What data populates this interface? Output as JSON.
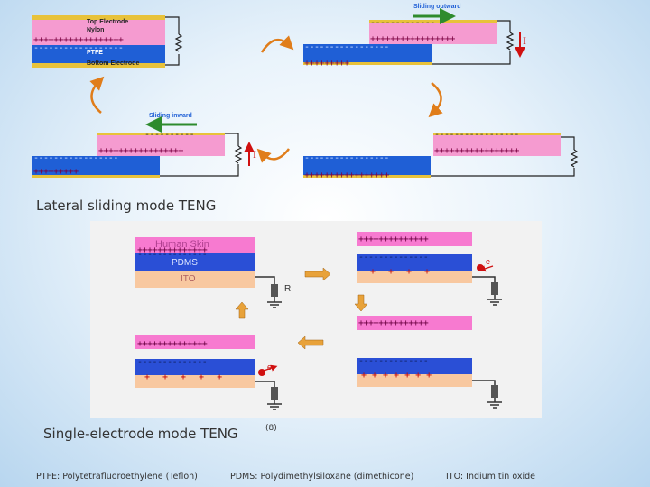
{
  "lateral": {
    "labels": {
      "top_electrode": "Top Electrode",
      "nylon": "Nylon",
      "ptfe": "PTFE",
      "bottom_electrode": "Bottom Electrode",
      "sliding_outward": "Sliding outward",
      "sliding_inward": "Sliding inward",
      "current_symbol": "I"
    },
    "caption": "Lateral sliding mode  TENG"
  },
  "single": {
    "labels": {
      "human_skin": "Human Skin",
      "pdms": "PDMS",
      "ito": "ITO",
      "resistor": "R",
      "electron": "e"
    },
    "caption": "Single-electrode mode TENG",
    "reference": "(8)"
  },
  "footer": {
    "ptfe_def": "PTFE: Polytetrafluoroethylene (Teflon)",
    "pdms_def": "PDMS: Polydimethylsiloxane (dimethicone)",
    "ito_def": "ITO: Indium tin oxide"
  },
  "colors": {
    "top_electrode": "#e8c23a",
    "nylon": "#f59bd0",
    "ptfe": "#1f5fd6",
    "human_skin": "#f77ad0",
    "pdms": "#2a4fd6",
    "ito": "#f8c8a0",
    "arrow_green": "#2e8b2e",
    "arrow_orange": "#e07d1a",
    "current_red": "#d01010"
  }
}
